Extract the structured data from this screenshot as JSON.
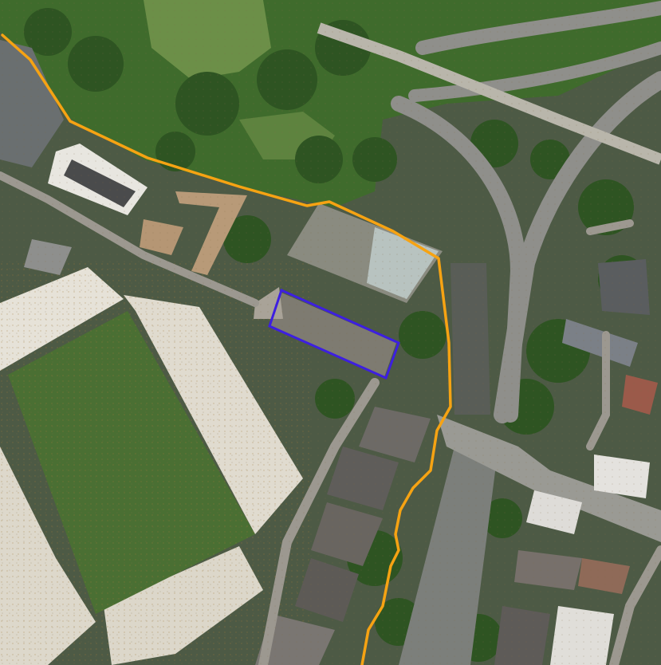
{
  "map": {
    "kind": "aerial-orthophoto",
    "colors": {
      "boundary": "#f6a313",
      "parcel": "#3d1fe0",
      "vegetation": "#3f6b2c",
      "pitch": "#4a6f33",
      "stand_roof": "#e4e0d6",
      "road": "#8c8c88",
      "water_dark": "#1e261c"
    },
    "layers": [
      {
        "name": "boundary-line",
        "style": "solid-orange"
      },
      {
        "name": "parcel-outline",
        "style": "solid-blue"
      }
    ]
  }
}
